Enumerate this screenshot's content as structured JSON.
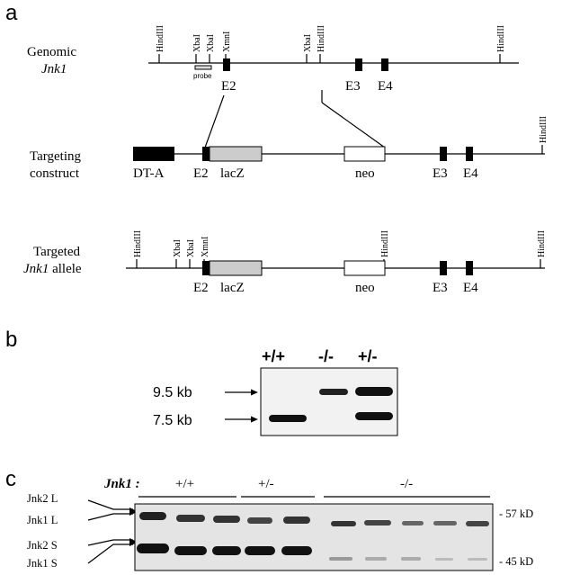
{
  "panel_a": {
    "letter": "a",
    "rows": [
      {
        "label_line1": "Genomic",
        "label_line2": "Jnk1",
        "sites": [
          "HindIII",
          "XbaI",
          "XbaI",
          "XmnI",
          "XbaI",
          "HindIII",
          "HindIII"
        ],
        "probe_label": "probe",
        "exons": [
          "E2",
          "E3",
          "E4"
        ]
      },
      {
        "label_line1": "Targeting",
        "label_line2": "construct",
        "sites": [
          "HindIII"
        ],
        "boxes": [
          "DT-A",
          "E2",
          "lacZ",
          "neo",
          "E3",
          "E4"
        ]
      },
      {
        "label_line1": "Targeted",
        "label_line2_italic": "Jnk1",
        "label_line2_rest": " allele",
        "sites": [
          "HindIII",
          "XbaI",
          "XbaI",
          "XmnI",
          "HindIII",
          "HindIII"
        ],
        "boxes": [
          "E2",
          "lacZ",
          "neo",
          "E3",
          "E4"
        ]
      }
    ]
  },
  "panel_b": {
    "letter": "b",
    "lanes": [
      "+/+",
      "-/-",
      "+/-"
    ],
    "sizes": [
      "9.5 kb",
      "7.5 kb"
    ]
  },
  "panel_c": {
    "letter": "c",
    "genotype_label": "Jnk1 :",
    "groups": [
      "+/+",
      "+/-",
      "-/-"
    ],
    "left_labels": [
      "Jnk2 L",
      "Jnk1 L",
      "Jnk2 S",
      "Jnk1 S"
    ],
    "right_markers": [
      "- 57 kD",
      "- 45 kD"
    ]
  }
}
